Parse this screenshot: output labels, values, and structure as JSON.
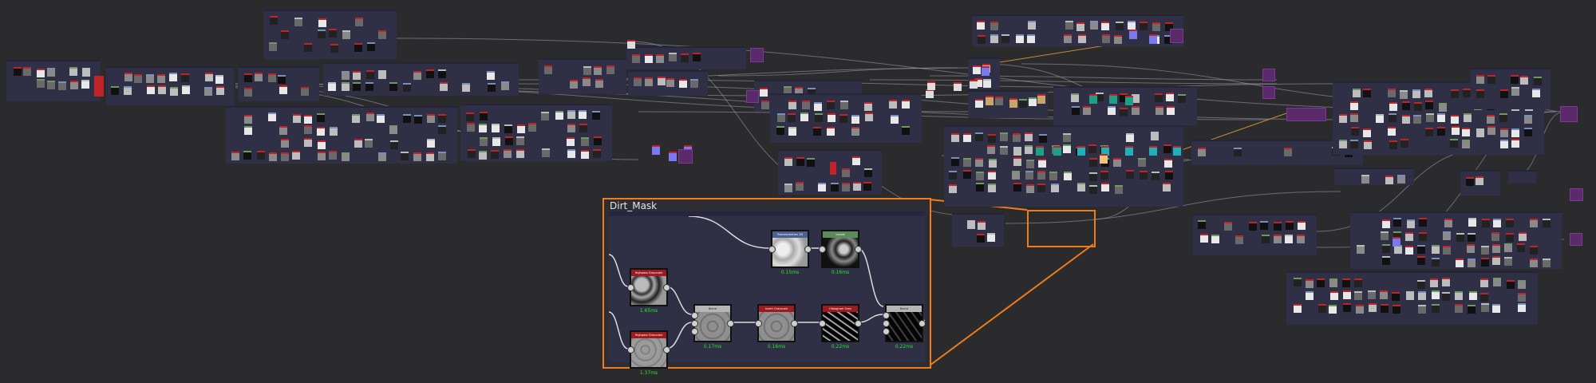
{
  "graph": {
    "focus_frame": {
      "title": "Dirt_Mask",
      "nodes": [
        {
          "id": "hp1",
          "label": "Highpass Grayscale",
          "time": "1.65ms",
          "header_color": "#9b1b1f",
          "texture": "cells-dark"
        },
        {
          "id": "hp2",
          "label": "Highpass Grayscale",
          "time": "1.37ms",
          "header_color": "#9b1b1f",
          "texture": "cells-light"
        },
        {
          "id": "blend1",
          "label": "Blend",
          "time": "0.17ms",
          "header_color": "#b5b5b5",
          "texture": "cells-mid"
        },
        {
          "id": "invert",
          "label": "Invert Grayscale",
          "time": "0.16ms",
          "header_color": "#9b1b1f",
          "texture": "cells-mid"
        },
        {
          "id": "histo",
          "label": "Histogram Scan",
          "time": "0.22ms",
          "header_color": "#9b1b1f",
          "texture": "cracks"
        },
        {
          "id": "blend2",
          "label": "Blend",
          "time": "0.22ms",
          "header_color": "#b5b5b5",
          "texture": "cracks-dark"
        },
        {
          "id": "transform",
          "label": "Transformation 2D",
          "time": "0.15ms",
          "header_color": "#4c5f8f",
          "texture": "clouds"
        },
        {
          "id": "levels",
          "label": "Levels",
          "time": "0.16ms",
          "header_color": "#5d8a5a",
          "texture": "clouds-dark"
        }
      ]
    },
    "colors": {
      "background": "#2b2b2e",
      "frame": "#2f2f45",
      "highlight": "#f07d1c",
      "wire": "#a8a8b8",
      "timing": "#2ee62e",
      "output_node": "#5a2a6a"
    }
  }
}
